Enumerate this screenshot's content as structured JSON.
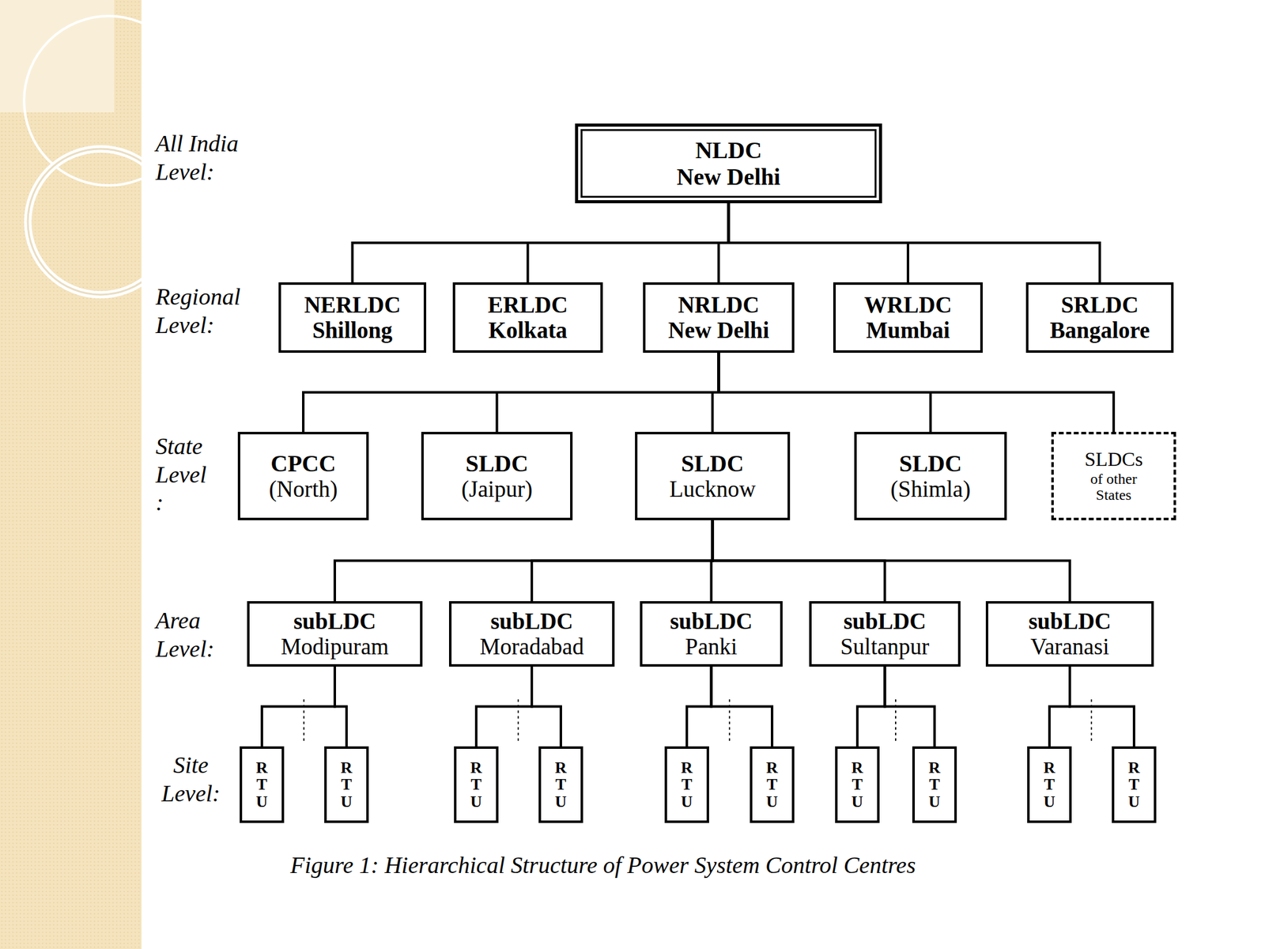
{
  "diagram": {
    "caption": "Figure 1: Hierarchical Structure of Power System Control Centres",
    "nodes": [
      {
        "text": [
          "NLDC",
          "New Delhi"
        ]
      },
      {
        "text": [
          "NERLDC",
          "Shillong"
        ]
      },
      {
        "text": [
          "ERLDC",
          "Kolkata"
        ]
      },
      {
        "text": [
          "NRLDC",
          "New Delhi"
        ]
      },
      {
        "text": [
          "WRLDC",
          "Mumbai"
        ]
      },
      {
        "text": [
          "SRLDC",
          "Bangalore"
        ]
      },
      {
        "text": [
          "CPCC",
          "(North)"
        ]
      },
      {
        "text": [
          "SLDC",
          "(Jaipur)"
        ]
      },
      {
        "text": [
          "SLDC",
          "Lucknow"
        ]
      },
      {
        "text": [
          "SLDC",
          "(Shimla)"
        ]
      },
      {
        "text": [
          "SLDCs",
          "of other States"
        ]
      },
      {
        "text": [
          "subLDC",
          "Modipuram"
        ]
      },
      {
        "text": [
          "subLDC",
          "Moradabad"
        ]
      },
      {
        "text": [
          "subLDC",
          "Panki"
        ]
      },
      {
        "text": [
          "subLDC",
          "Sultanpur"
        ]
      },
      {
        "text": [
          "subLDC",
          "Varanasi"
        ]
      },
      {
        "text": [
          "R T U"
        ]
      },
      {
        "text": [
          "R T U"
        ]
      },
      {
        "text": [
          "R T U"
        ]
      },
      {
        "text": [
          "R T U"
        ]
      },
      {
        "text": [
          "R T U"
        ]
      },
      {
        "text": [
          "R T U"
        ]
      },
      {
        "text": [
          "R T U"
        ]
      },
      {
        "text": [
          "R T U"
        ]
      },
      {
        "text": [
          "R T U"
        ]
      },
      {
        "text": [
          "R T U"
        ]
      }
    ],
    "edges": [
      {
        "from": 0,
        "to": 1,
        "arrow": "none"
      },
      {
        "from": 0,
        "to": 2,
        "arrow": "none"
      },
      {
        "from": 0,
        "to": 3,
        "arrow": "none"
      },
      {
        "from": 0,
        "to": 4,
        "arrow": "none"
      },
      {
        "from": 0,
        "to": 5,
        "arrow": "none"
      },
      {
        "from": 3,
        "to": 6,
        "arrow": "none"
      },
      {
        "from": 3,
        "to": 7,
        "arrow": "none"
      },
      {
        "from": 3,
        "to": 8,
        "arrow": "none"
      },
      {
        "from": 3,
        "to": 9,
        "arrow": "none"
      },
      {
        "from": 3,
        "to": 10,
        "arrow": "none"
      },
      {
        "from": 8,
        "to": 11,
        "arrow": "none"
      },
      {
        "from": 8,
        "to": 12,
        "arrow": "none"
      },
      {
        "from": 8,
        "to": 13,
        "arrow": "none"
      },
      {
        "from": 8,
        "to": 14,
        "arrow": "none"
      },
      {
        "from": 8,
        "to": 15,
        "arrow": "none"
      },
      {
        "from": 11,
        "to": 16,
        "arrow": "none"
      },
      {
        "from": 11,
        "to": 17,
        "arrow": "none"
      },
      {
        "from": 12,
        "to": 18,
        "arrow": "none"
      },
      {
        "from": 12,
        "to": 19,
        "arrow": "none"
      },
      {
        "from": 13,
        "to": 20,
        "arrow": "none"
      },
      {
        "from": 13,
        "to": 21,
        "arrow": "none"
      },
      {
        "from": 14,
        "to": 22,
        "arrow": "none"
      },
      {
        "from": 14,
        "to": 23,
        "arrow": "none"
      },
      {
        "from": 15,
        "to": 24,
        "arrow": "none"
      },
      {
        "from": 15,
        "to": 25,
        "arrow": "none"
      }
    ],
    "labels": [
      "All India Level:",
      "Regional Level:",
      "State Level :",
      "Area Level:",
      "Site Level:"
    ]
  }
}
